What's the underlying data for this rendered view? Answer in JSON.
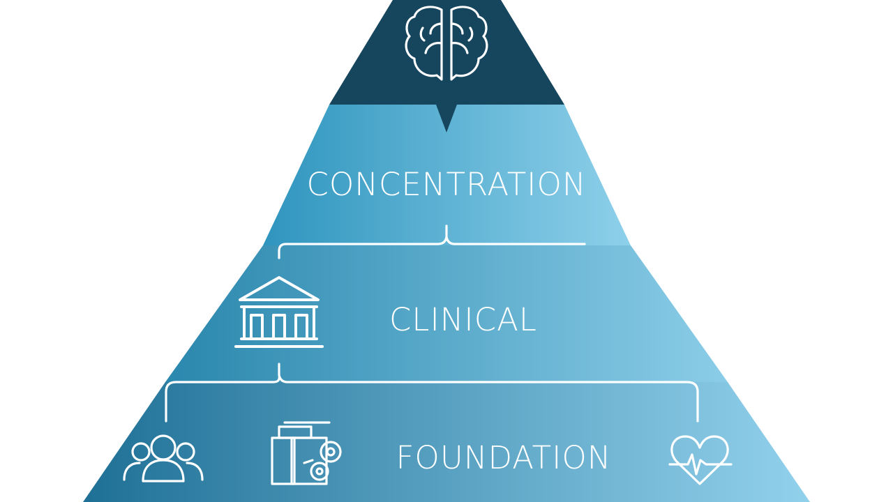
{
  "pyramid": {
    "tiers": [
      {
        "key": "top",
        "icon": "brain-icon",
        "label": ""
      },
      {
        "key": "concentration",
        "label": "CONCENTRATION"
      },
      {
        "key": "clinical",
        "icon": "institution-icon",
        "label": "CLINICAL"
      },
      {
        "key": "foundation",
        "icons": [
          "people-group-icon",
          "books-icon",
          "heart-pulse-icon"
        ],
        "label": "FOUNDATION"
      }
    ]
  },
  "colors": {
    "top": "#15465e",
    "concentration_left": "#2f95be",
    "concentration_right": "#8ed0ea",
    "clinical_left": "#2a87ad",
    "clinical_right": "#8bcde8",
    "foundation_left": "#1f7096",
    "foundation_right": "#92d1ec",
    "lines": "#ffffff"
  }
}
